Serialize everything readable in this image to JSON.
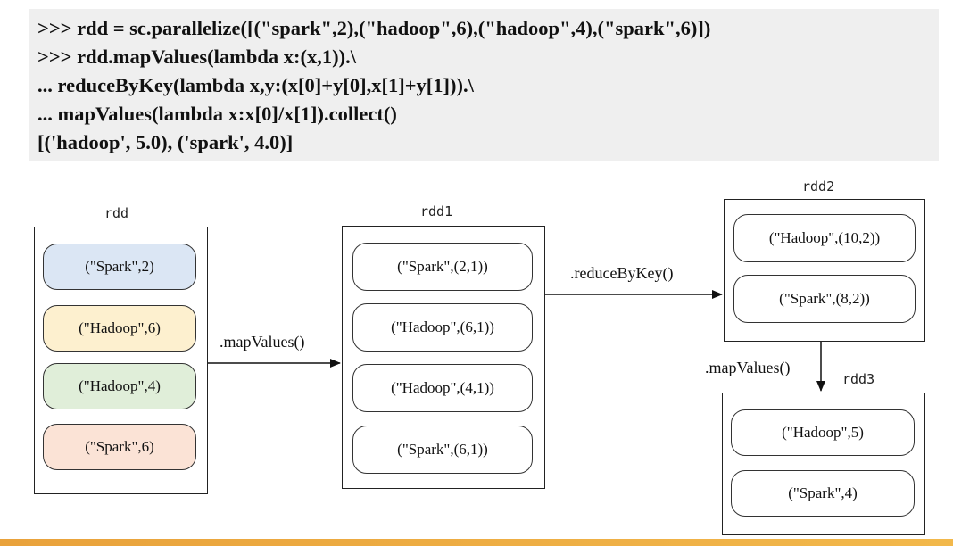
{
  "code": {
    "lines": [
      ">>> rdd = sc.parallelize([(\"spark\",2),(\"hadoop\",6),(\"hadoop\",4),(\"spark\",6)])",
      ">>> rdd.mapValues(lambda x:(x,1)).\\",
      "... reduceByKey(lambda x,y:(x[0]+y[0],x[1]+y[1])).\\",
      "... mapValues(lambda x:x[0]/x[1]).collect()",
      "[('hadoop', 5.0), ('spark', 4.0)]"
    ]
  },
  "diagram": {
    "rdd": {
      "title": "rdd",
      "items": [
        "(\"Spark\",2)",
        "(\"Hadoop\",6)",
        "(\"Hadoop\",4)",
        "(\"Spark\",6)"
      ],
      "colors": [
        "#dbe6f4",
        "#fdf0cf",
        "#e0eed9",
        "#fbe3d6"
      ]
    },
    "rdd1": {
      "title": "rdd1",
      "items": [
        "(\"Spark\",(2,1))",
        "(\"Hadoop\",(6,1))",
        "(\"Hadoop\",(4,1))",
        "(\"Spark\",(6,1))"
      ]
    },
    "rdd2": {
      "title": "rdd2",
      "items": [
        "(\"Hadoop\",(10,2))",
        "(\"Spark\",(8,2))"
      ]
    },
    "rdd3": {
      "title": "rdd3",
      "items": [
        "(\"Hadoop\",5)",
        "(\"Spark\",4)"
      ]
    },
    "ops": {
      "map1": ".mapValues()",
      "reduce": ".reduceByKey()",
      "map2": ".mapValues()"
    }
  }
}
